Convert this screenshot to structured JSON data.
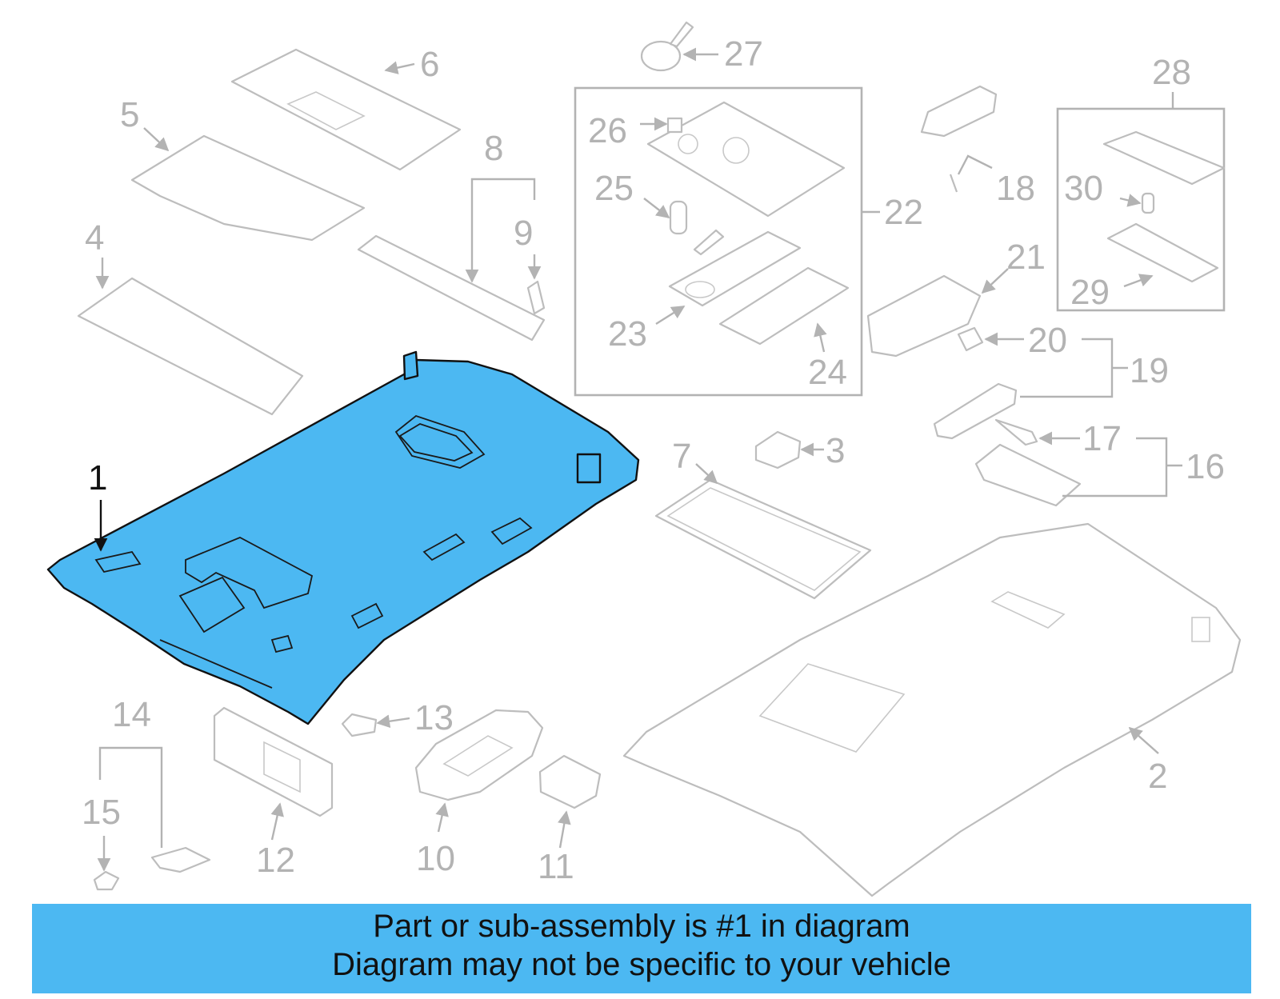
{
  "diagram": {
    "highlight_color": "#4cb8f2",
    "labels": {
      "l1": "1",
      "l2": "2",
      "l3": "3",
      "l4": "4",
      "l5": "5",
      "l6": "6",
      "l7": "7",
      "l8": "8",
      "l9": "9",
      "l10": "10",
      "l11": "11",
      "l12": "12",
      "l13": "13",
      "l14": "14",
      "l15": "15",
      "l16": "16",
      "l17": "17",
      "l18": "18",
      "l19": "19",
      "l20": "20",
      "l21": "21",
      "l22": "22",
      "l23": "23",
      "l24": "24",
      "l25": "25",
      "l26": "26",
      "l27": "27",
      "l28": "28",
      "l29": "29",
      "l30": "30"
    }
  },
  "banner": {
    "line1": "Part or sub-assembly is #1 in diagram",
    "line2": "Diagram may not be specific to your vehicle"
  }
}
